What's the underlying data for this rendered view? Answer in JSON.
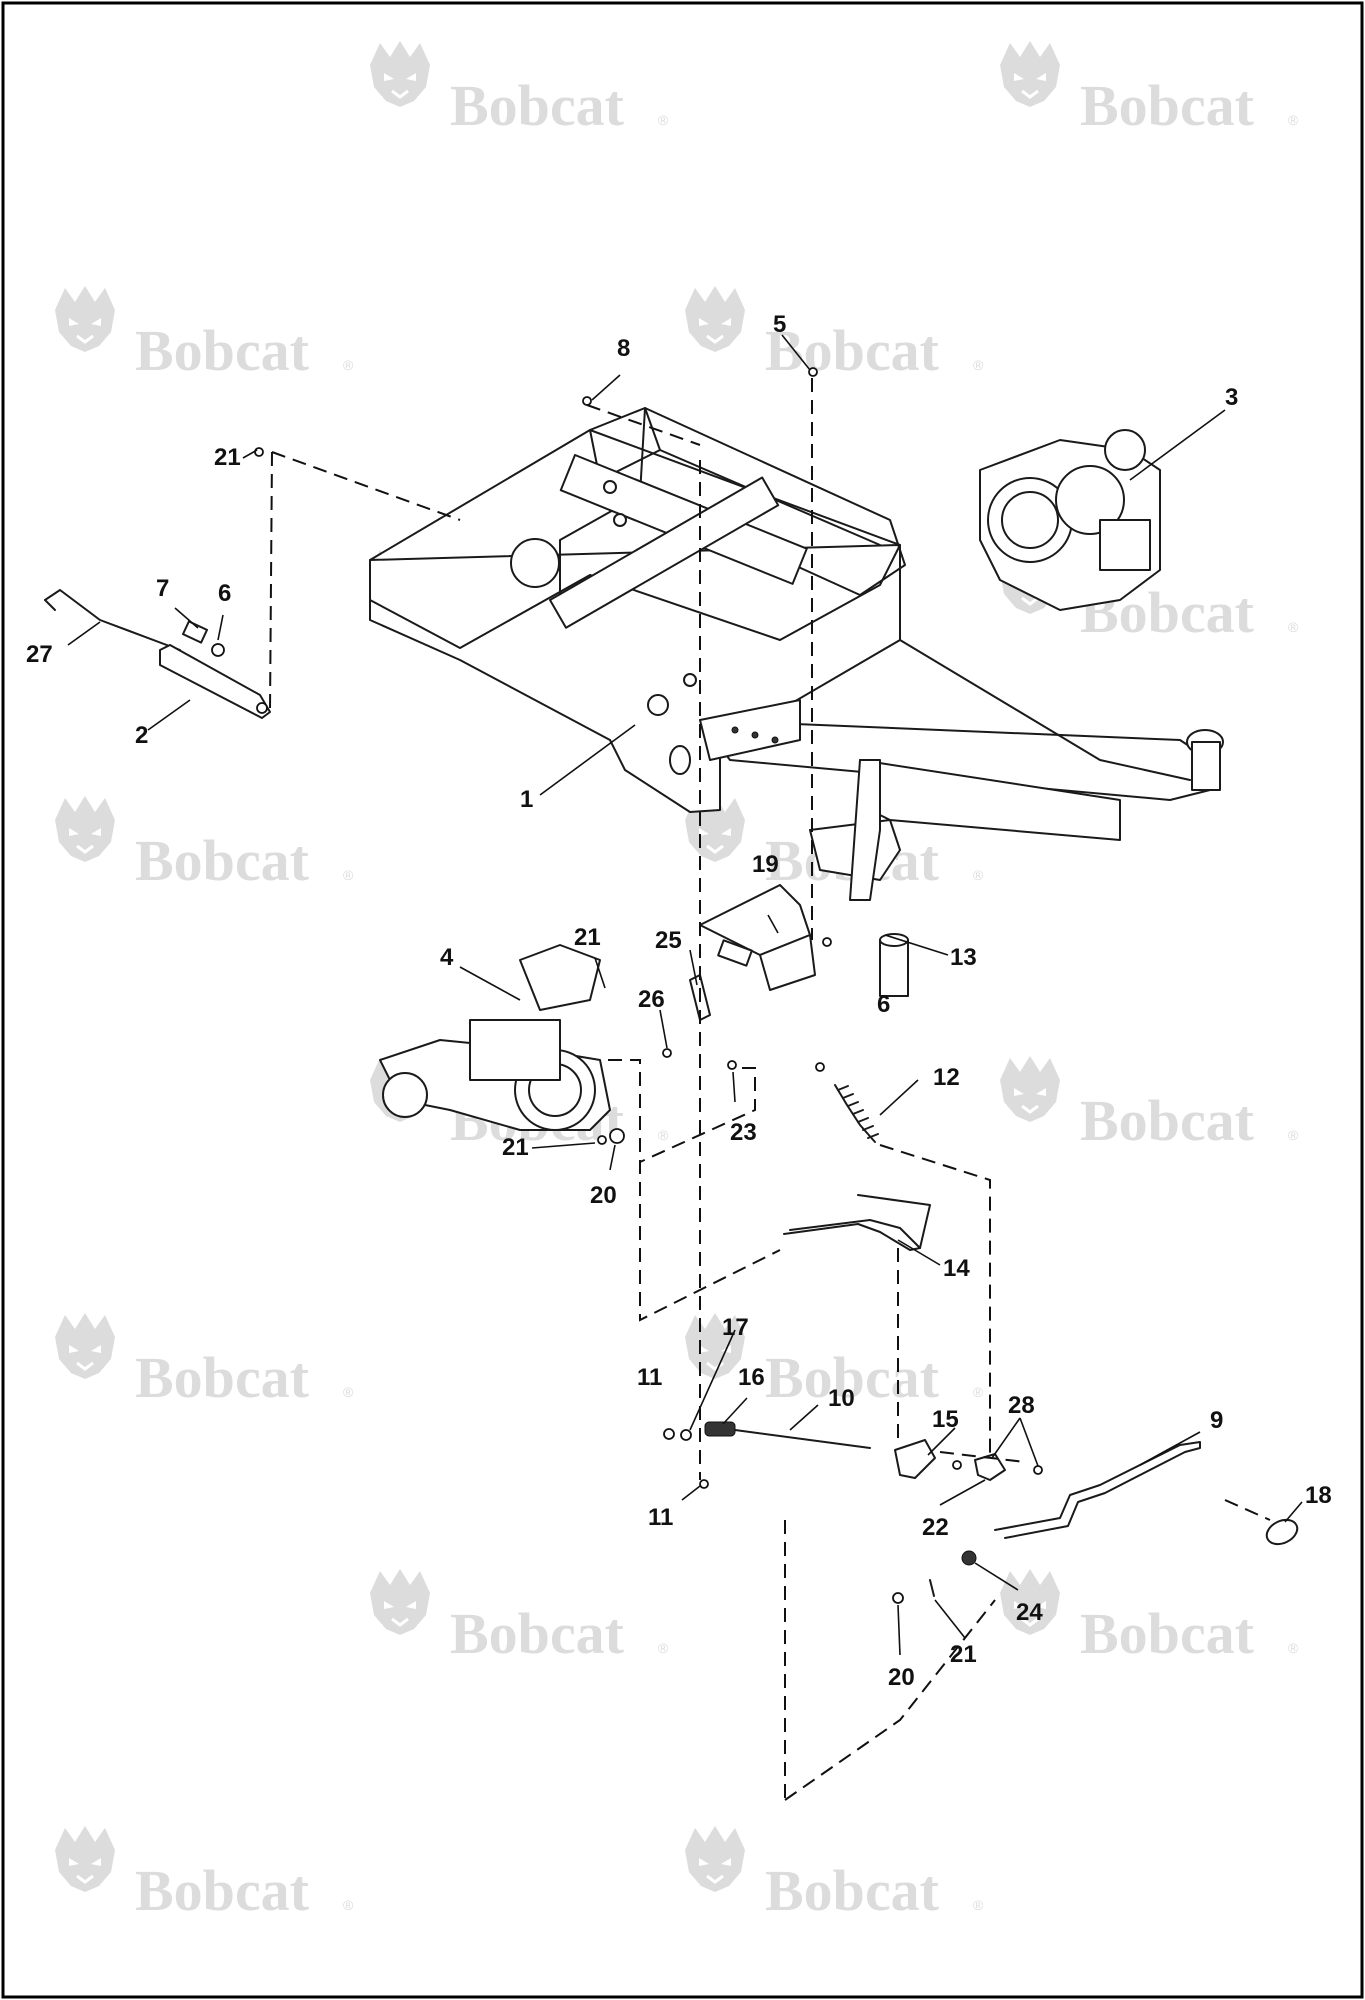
{
  "watermark": {
    "brand": "Bobcat",
    "reg": "®",
    "logo_icon": "bobcat-head-icon"
  },
  "callouts": [
    {
      "id": "c1",
      "text": "1"
    },
    {
      "id": "c2",
      "text": "2"
    },
    {
      "id": "c3",
      "text": "3"
    },
    {
      "id": "c4",
      "text": "4"
    },
    {
      "id": "c5",
      "text": "5"
    },
    {
      "id": "c6a",
      "text": "6"
    },
    {
      "id": "c6b",
      "text": "6"
    },
    {
      "id": "c7",
      "text": "7"
    },
    {
      "id": "c8",
      "text": "8"
    },
    {
      "id": "c9",
      "text": "9"
    },
    {
      "id": "c10",
      "text": "10"
    },
    {
      "id": "c11a",
      "text": "11"
    },
    {
      "id": "c11b",
      "text": "11"
    },
    {
      "id": "c12",
      "text": "12"
    },
    {
      "id": "c13",
      "text": "13"
    },
    {
      "id": "c14",
      "text": "14"
    },
    {
      "id": "c15",
      "text": "15"
    },
    {
      "id": "c16",
      "text": "16"
    },
    {
      "id": "c17",
      "text": "17"
    },
    {
      "id": "c18",
      "text": "18"
    },
    {
      "id": "c19",
      "text": "19"
    },
    {
      "id": "c20a",
      "text": "20"
    },
    {
      "id": "c20b",
      "text": "20"
    },
    {
      "id": "c21a",
      "text": "21"
    },
    {
      "id": "c21b",
      "text": "21"
    },
    {
      "id": "c21c",
      "text": "21"
    },
    {
      "id": "c21d",
      "text": "21"
    },
    {
      "id": "c22",
      "text": "22"
    },
    {
      "id": "c23",
      "text": "23"
    },
    {
      "id": "c24",
      "text": "24"
    },
    {
      "id": "c25",
      "text": "25"
    },
    {
      "id": "c26",
      "text": "26"
    },
    {
      "id": "c27",
      "text": "27"
    },
    {
      "id": "c28",
      "text": "28"
    }
  ]
}
